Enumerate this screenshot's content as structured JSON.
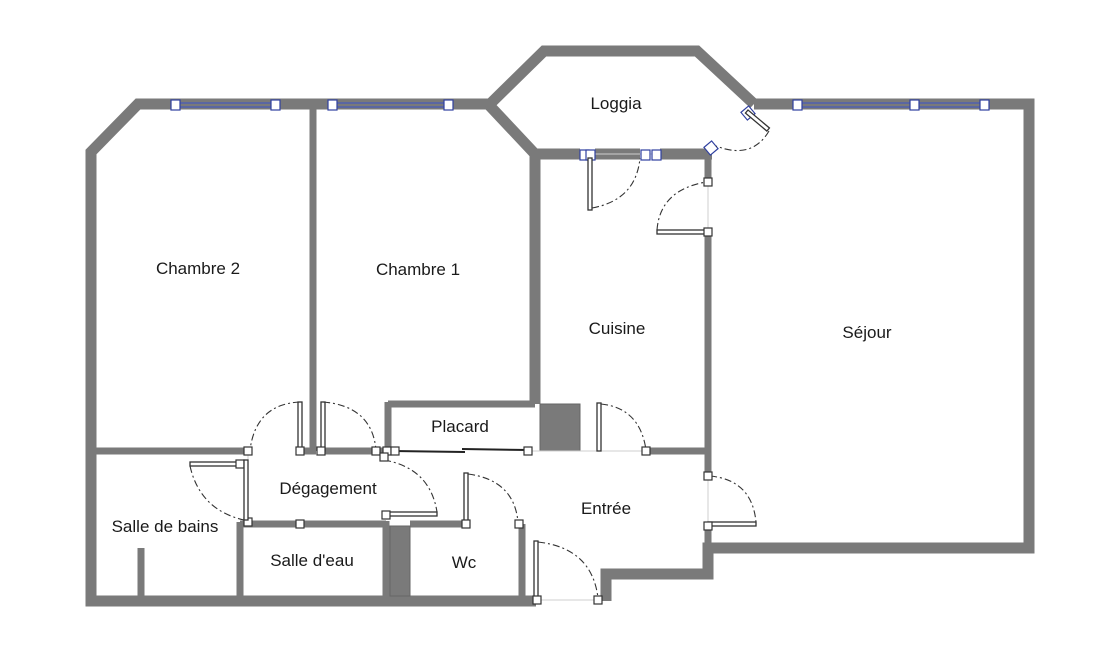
{
  "plan": {
    "rooms": [
      {
        "id": "loggia",
        "label": "Loggia"
      },
      {
        "id": "chambre-2",
        "label": "Chambre 2"
      },
      {
        "id": "chambre-1",
        "label": "Chambre 1"
      },
      {
        "id": "cuisine",
        "label": "Cuisine"
      },
      {
        "id": "sejour",
        "label": "Séjour"
      },
      {
        "id": "placard",
        "label": "Placard"
      },
      {
        "id": "degagement",
        "label": "Dégagement"
      },
      {
        "id": "entree",
        "label": "Entrée"
      },
      {
        "id": "salle-de-bains",
        "label": "Salle de bains"
      },
      {
        "id": "salle-deau",
        "label": "Salle d'eau"
      },
      {
        "id": "wc",
        "label": "Wc"
      }
    ],
    "colors": {
      "wall": "#7a7a7a",
      "window": "#3040a0",
      "door": "#333333",
      "background": "#ffffff"
    }
  }
}
